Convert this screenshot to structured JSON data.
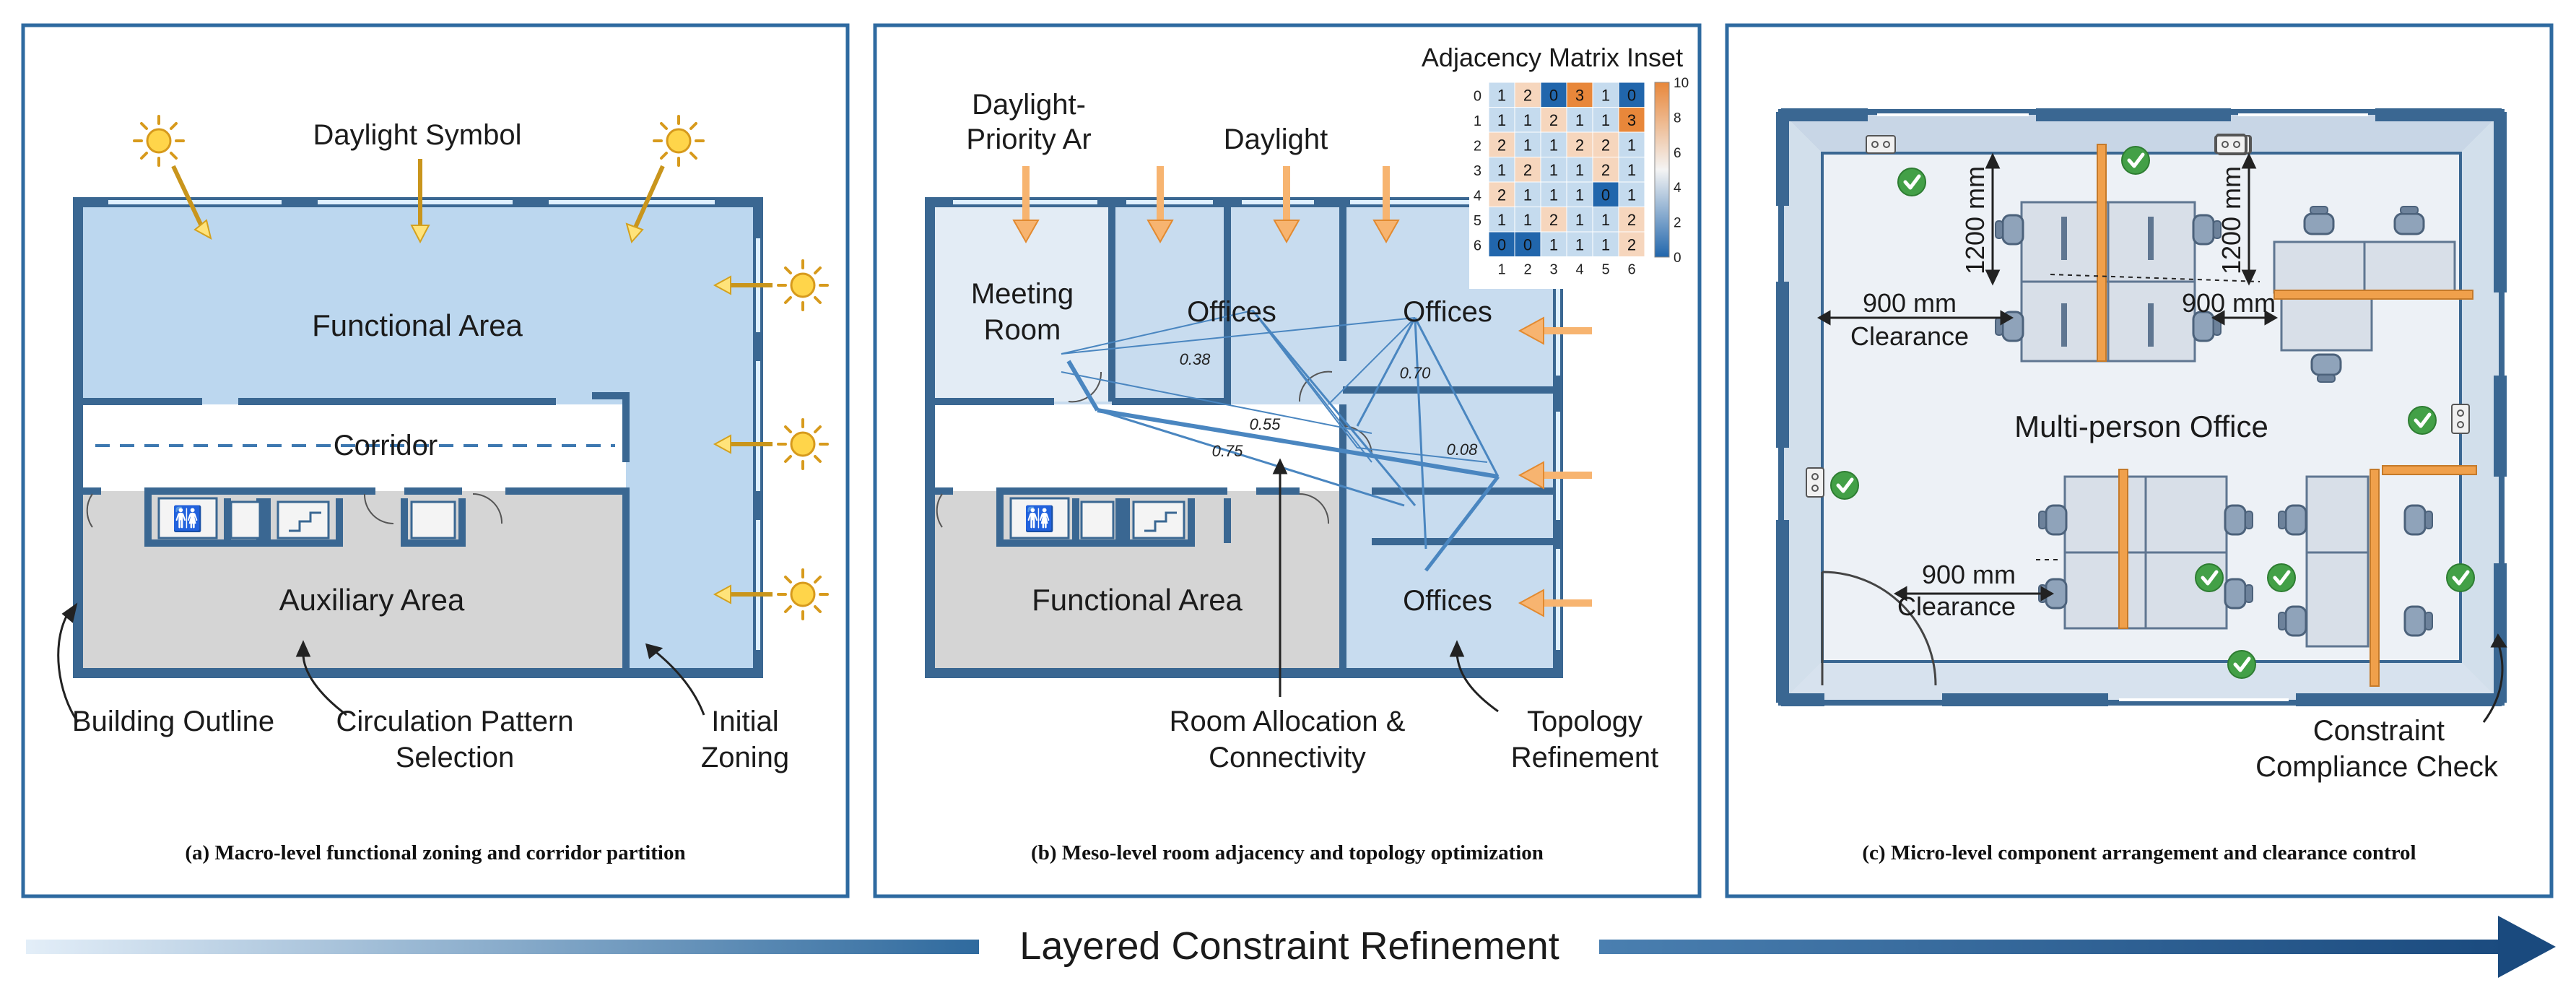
{
  "panel_a": {
    "daylight_symbol": "Daylight Symbol",
    "functional_area": "Functional Area",
    "corridor": "Corridor",
    "auxiliary_area": "Auxiliary Area",
    "building_outline": "Building Outline",
    "circulation_1": "Circulation Pattern",
    "circulation_2": "Selection",
    "initial_1": "Initial",
    "initial_2": "Zoning",
    "caption": "(a) Macro-level functional zoning and corridor partition"
  },
  "panel_b": {
    "daylight_priority_1": "Daylight-",
    "daylight_priority_2": "Priority Ar",
    "daylight": "Daylight",
    "meeting_1": "Meeting",
    "meeting_2": "Room",
    "offices_1": "Offices",
    "offices_2": "Offices",
    "offices_3": "Offices",
    "functional_area": "Functional Area",
    "weights": [
      "0.38",
      "0.55",
      "0.75",
      "0.70",
      "0.08"
    ],
    "room_alloc_1": "Room Allocation &",
    "room_alloc_2": "Connectivity",
    "topology_1": "Topology",
    "topology_2": "Refinement",
    "caption": "(b) Meso-level room adjacency and topology optimization",
    "matrix": {
      "title": "Adjacency Matrix Inset",
      "row_labels": [
        "0",
        "1",
        "2",
        "3",
        "4",
        "5",
        "6"
      ],
      "col_labels": [
        "1",
        "2",
        "3",
        "4",
        "5",
        "6"
      ],
      "values": [
        [
          "1",
          "2",
          "0",
          "3",
          "1",
          "0"
        ],
        [
          "1",
          "1",
          "2",
          "1",
          "1",
          "3"
        ],
        [
          "2",
          "1",
          "1",
          "2",
          "2",
          "1"
        ],
        [
          "1",
          "2",
          "1",
          "1",
          "2",
          "1"
        ],
        [
          "2",
          "1",
          "1",
          "1",
          "0",
          "1"
        ],
        [
          "1",
          "1",
          "2",
          "1",
          "1",
          "2"
        ],
        [
          "0",
          "0",
          "1",
          "1",
          "1",
          "2"
        ]
      ],
      "colorbar_ticks": [
        "10",
        "8",
        "6",
        "4",
        "2",
        "0"
      ]
    }
  },
  "panel_c": {
    "dim_1200_a": "1200 mm",
    "dim_1200_b": "1200 mm",
    "dim_900_a": "900 mm",
    "clearance_a": "Clearance",
    "dim_900_b": "900 mm",
    "dim_900_c": "900 mm",
    "clearance_c": "Clearance",
    "multi_office": "Multi-person Office",
    "constraint_1": "Constraint",
    "constraint_2": "Compliance Check",
    "caption": "(c) Micro-level component arrangement and clearance control"
  },
  "footer": {
    "title": "Layered Constraint Refinement"
  },
  "colors": {
    "panel_border": "#2e6aa0",
    "wall": "#3d6d9e",
    "light_blue": "#b9d6ef",
    "grey": "#d6d6d6",
    "orange": "#f2a65a",
    "arrow_dark": "#1f4f82",
    "check_green": "#4caf50"
  }
}
